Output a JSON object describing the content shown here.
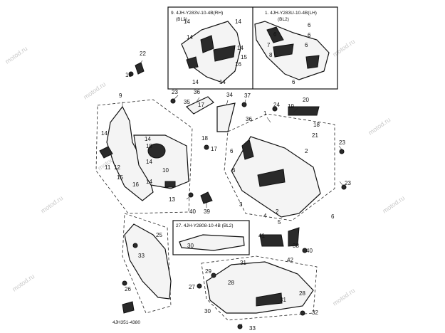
{
  "watermark": "motod.ru",
  "insets": {
    "rh": {
      "title": "9. 4JH-Y283V-10-4B(RH)",
      "subtitle": "(BL2)"
    },
    "lh": {
      "title": "1. 4JH-Y283U-10-4B(LH)",
      "subtitle": "(BL2)"
    },
    "under": {
      "title": "27. 4JH-Y2808-10-4B (BL2)"
    }
  },
  "stamp": "4JH351-4380",
  "callouts": [
    "14",
    "14",
    "14",
    "14",
    "14",
    "15",
    "16",
    "14",
    "6",
    "6",
    "6",
    "6",
    "7",
    "8",
    "6",
    "22",
    "18",
    "9",
    "14",
    "14",
    "19",
    "10",
    "15",
    "16",
    "11",
    "12",
    "14",
    "13",
    "14",
    "23",
    "36",
    "35",
    "17",
    "34",
    "37",
    "36",
    "18",
    "17",
    "40",
    "39",
    "1",
    "24",
    "19",
    "20",
    "18",
    "21",
    "6",
    "2",
    "23",
    "6",
    "23",
    "3",
    "2",
    "4",
    "5",
    "6",
    "33",
    "25",
    "26",
    "41",
    "38",
    "40",
    "42",
    "30",
    "31",
    "29",
    "27",
    "28",
    "30",
    "31",
    "28",
    "32",
    "33"
  ]
}
